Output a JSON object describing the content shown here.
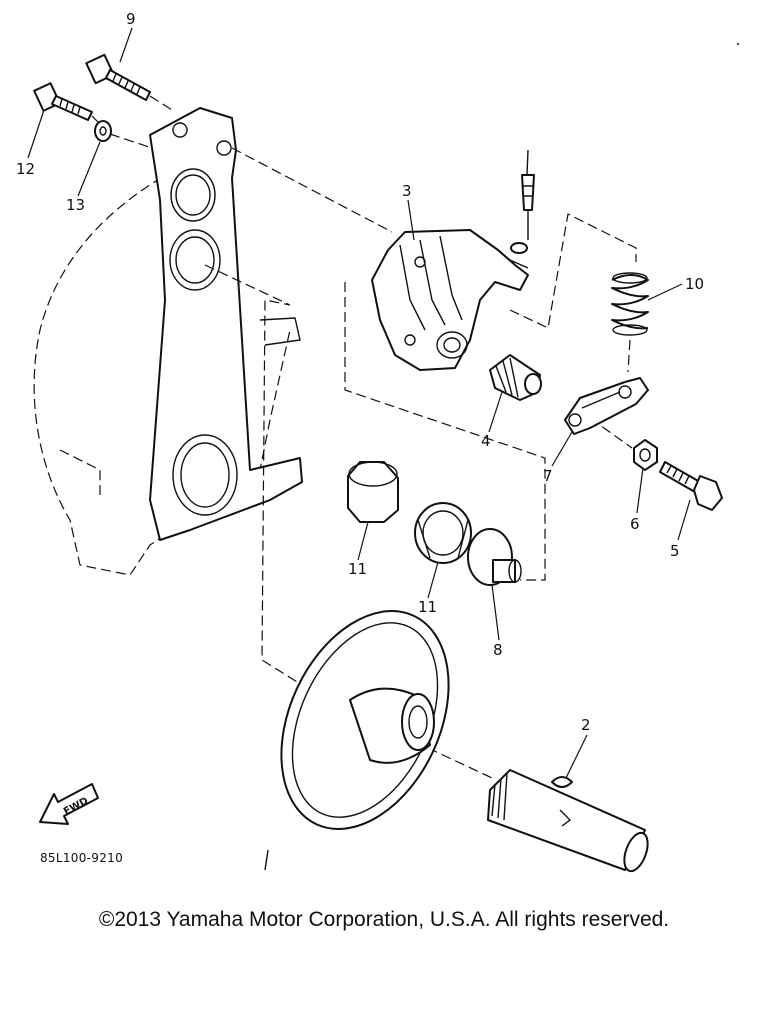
{
  "callouts": {
    "c2": "2",
    "c3": "3",
    "c4": "4",
    "c5": "5",
    "c6": "6",
    "c7": "7",
    "c8": "8",
    "c9": "9",
    "c10": "10",
    "c11a": "11",
    "c11b": "11",
    "c12": "12",
    "c13": "13"
  },
  "fwd_label": "FWD",
  "diagram_code": "85L100-9210",
  "copyright": "©2013 Yamaha Motor Corporation, U.S.A. All rights reserved."
}
